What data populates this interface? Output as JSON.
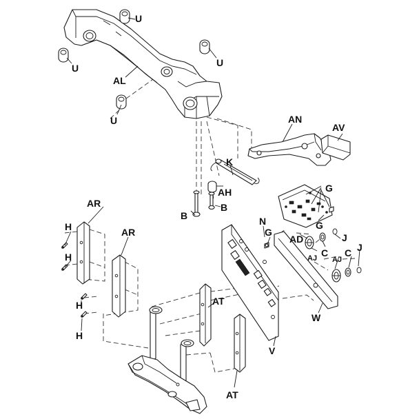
{
  "diagram": {
    "labels": {
      "U1": "U",
      "U2": "U",
      "U3": "U",
      "U4": "U",
      "AL": "AL",
      "AN": "AN",
      "AV": "AV",
      "K": "K",
      "AH": "AH",
      "B1": "B",
      "B2": "B",
      "G1": "G",
      "G2": "G",
      "G3": "G",
      "AR1": "AR",
      "AR2": "AR",
      "N": "N",
      "J1": "J",
      "J2": "J",
      "AD": "AD",
      "C1": "C",
      "C2": "C",
      "AJ1": "AJ",
      "AJ2": "AJ",
      "H1": "H",
      "H2": "H",
      "H3": "H",
      "H4": "H",
      "AT1": "AT",
      "AT2": "AT",
      "V": "V",
      "W": "W"
    }
  }
}
